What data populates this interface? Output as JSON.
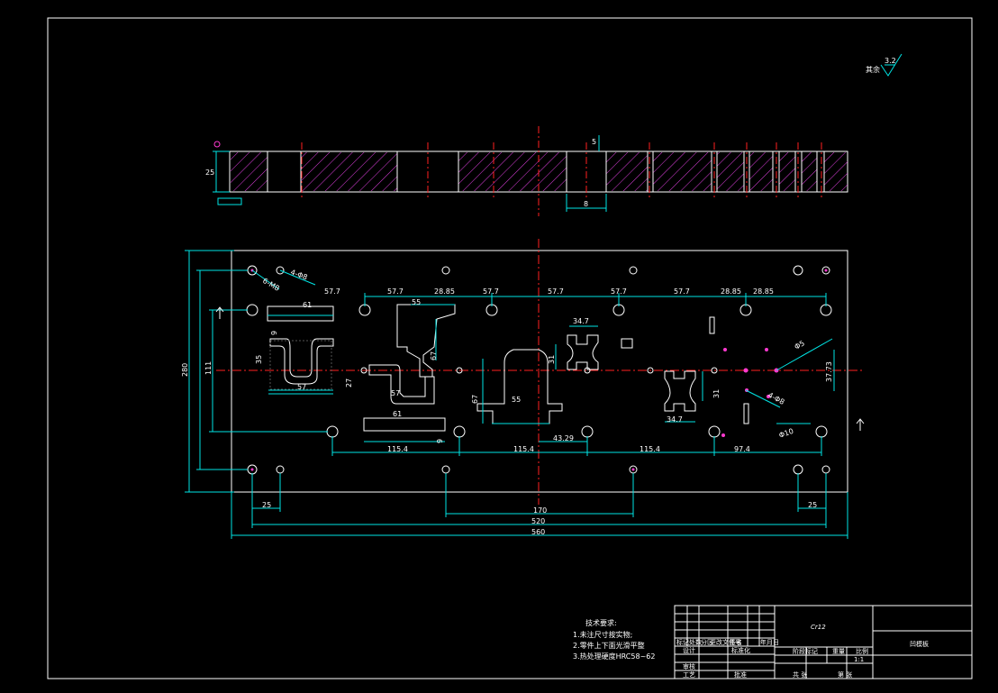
{
  "material": "Cr12",
  "part_name": "凹模板",
  "roughness": "其余",
  "roughness_value": "3.2",
  "tech_requirements": {
    "title": "技术要求:",
    "items": [
      "1.未注尺寸按实物;",
      "2.零件上下面光滑平整",
      "3.热处理硬度HRC58~62"
    ]
  },
  "section_dims": {
    "thickness": "25",
    "slot": "5",
    "bottom": "8"
  },
  "plan_dims": {
    "top": [
      "57.7",
      "57.7",
      "28.85",
      "57.7",
      "57.7",
      "57.7",
      "57.7",
      "28.85",
      "28.85"
    ],
    "width_520": "520",
    "width_560": "560",
    "d170": "170",
    "d25_left": "25",
    "d25_right": "25",
    "height_280": "280",
    "height_111": "111",
    "d61_top": "61",
    "d61_bottom": "61",
    "d57_a": "57",
    "d57_b": "57",
    "d35": "35",
    "d9_a": "9",
    "d9_b": "9",
    "d27": "27",
    "d55_a": "55",
    "d55_b": "55",
    "d67_a": "67",
    "d67_b": "67",
    "d34_7_a": "34.7",
    "d34_7_b": "34.7",
    "d31_a": "31",
    "d31_b": "31",
    "d115_4_a": "115.4",
    "d115_4_b": "115.4",
    "d115_4_c": "115.4",
    "d43_29": "43.29",
    "d97_4": "97.4",
    "d37_73": "37.73",
    "d6_m8": "6-M8",
    "d4_phi8_a": "4-Φ8",
    "d4_phi8_b": "4-Φ8",
    "d_phi5": "Φ5",
    "d_phi10": "Φ10"
  },
  "title_block": {
    "scale": "1:1",
    "sheet": "共 张",
    "sheet_no": "第 张",
    "headers": [
      "标记",
      "处数",
      "分区",
      "更改文件号",
      "签名",
      "年月日"
    ],
    "design": "设计",
    "standard": "标准化",
    "check": "审核",
    "process": "工艺",
    "approve": "批准",
    "stage": "阶段标记",
    "weight": "重量",
    "ratio": "比例"
  },
  "colors": {
    "outline": "#ffffff",
    "dimension": "#00e5e5",
    "hatch": "#e040e0",
    "center": "#ff2020",
    "hole_mark": "#ff3ad0",
    "rough_symbol": "#00e5e5"
  }
}
